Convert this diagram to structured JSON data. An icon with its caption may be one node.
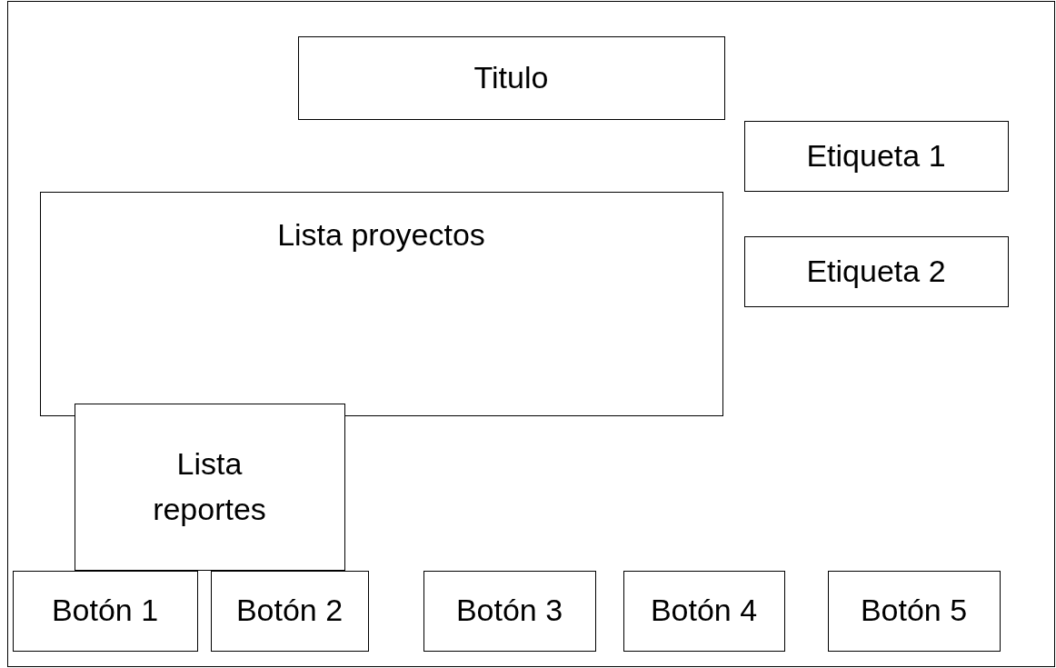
{
  "diagram": {
    "nodes": [
      {
        "text": [],
        "shape": "box"
      },
      {
        "text": [
          "Titulo"
        ],
        "in": 0
      },
      {
        "text": [
          "Etiqueta 1"
        ],
        "in": 0
      },
      {
        "text": [
          "Lista proyectos"
        ],
        "in": 0
      },
      {
        "text": [
          "Etiqueta 2"
        ],
        "in": 0
      },
      {
        "text": [
          "Lista reportes"
        ],
        "in": 0
      },
      {
        "text": [
          "Botón 1"
        ],
        "in": 0
      },
      {
        "text": [
          "Botón 2"
        ],
        "in": 0
      },
      {
        "text": [
          "Botón 3"
        ],
        "in": 0
      },
      {
        "text": [
          "Botón 4"
        ],
        "in": 0
      },
      {
        "text": [
          "Botón 5"
        ],
        "in": 0
      }
    ]
  }
}
